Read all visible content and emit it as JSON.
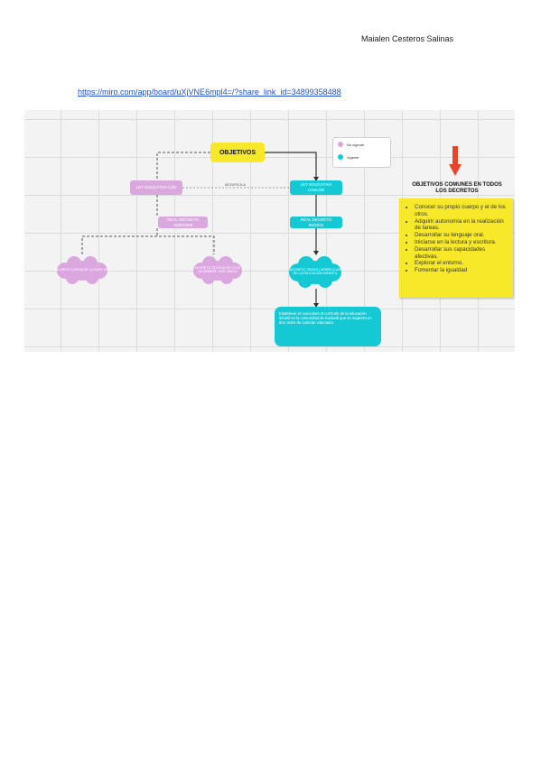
{
  "header": {
    "author": "Maialen Cesteros Salinas",
    "link": "https://miro.com/app/board/uXjVNE6mpl4=/?share_link_id=34899358488"
  },
  "board": {
    "objetivos": "OBJETIVOS",
    "legend": [
      {
        "label": "No vigente",
        "color": "#dba7df"
      },
      {
        "label": "Vigente",
        "color": "#14c9d3"
      }
    ],
    "ley_loe": "LEY EDUCATIVA LOE",
    "ley_lomloe": "LEY EDUCATIVA LOMLOE",
    "modifica": "MODIFICA A",
    "rd_loe": "REAL DECRETO 1630/2006",
    "rd_lomloe": "REAL DECRETO 95/2022",
    "cloud_1": "DECRETO 12/2008 DE LA CAPV 2008",
    "cloud_2": "DECRETO 237/2015 DE 22 DE DICIEMBRE, PAÍS VASCO",
    "cloud_3": "DECRETO 75/2023 CURRÍCULUM DE LA EDUCACIÓN INFANTIL",
    "teal_box": "Establecer el curriculum el currículo de la educación infantil en la comunidad de Euskadi que se organiza en dos ciclos de carácter voluntario.",
    "comunes_title": "OBJETIVOS COMUNES EN TODOS LOS DECRETOS",
    "comunes_items": [
      "Conocer su propio cuerpo y el de los otros.",
      "Adquirir autonomía en la realización de tareas.",
      "Desarrollar su lenguaje oral.",
      "Iniciarse en la lectura y escritura.",
      "Desarrollar sus capacidades afectivas.",
      "Explorar el entorno.",
      "Fomentar la igualdad"
    ],
    "colors": {
      "vigente": "#14c9d3",
      "no_vigente": "#dba7df",
      "highlight": "#f7e92a",
      "arrow": "#e8462a"
    }
  }
}
